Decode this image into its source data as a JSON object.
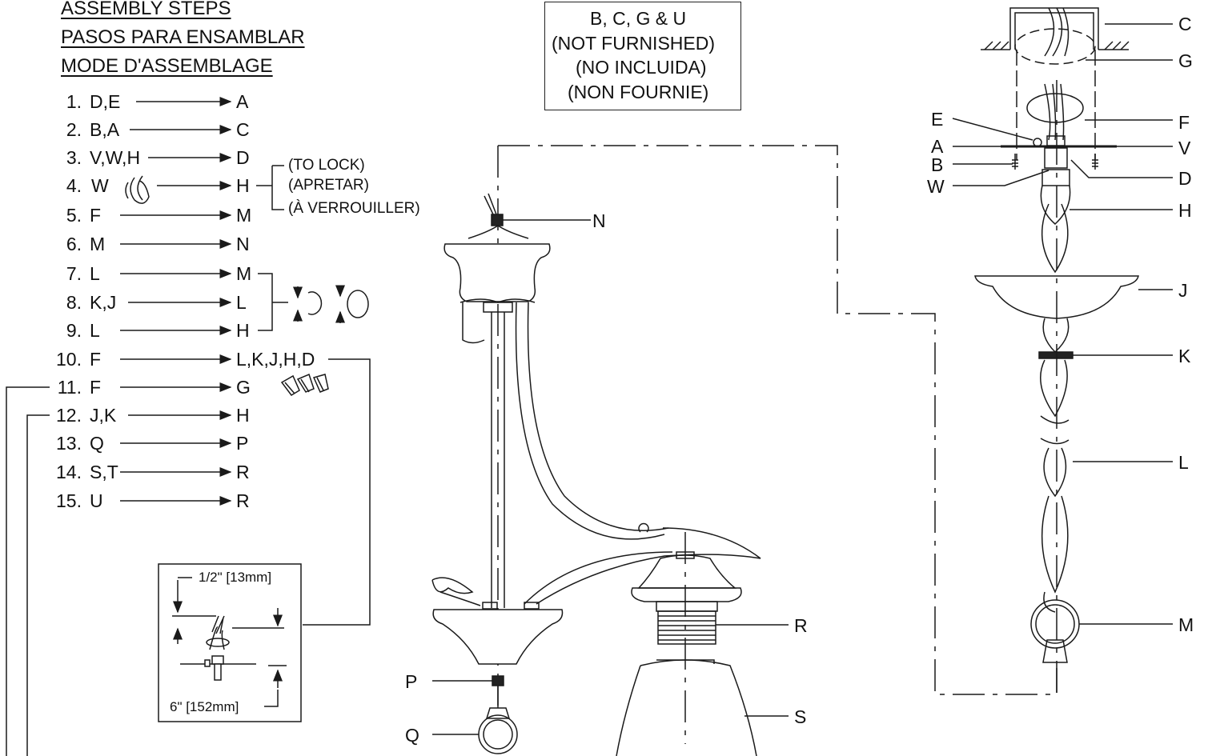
{
  "headings": [
    "ASSEMBLY STEPS",
    "PASOS PARA ENSAMBLAR",
    "MODE D'ASSEMBLAGE"
  ],
  "steps": [
    {
      "n": "1.",
      "from": "D,E",
      "to": "A"
    },
    {
      "n": "2.",
      "from": "B,A",
      "to": "C"
    },
    {
      "n": "3.",
      "from": "V,W,H",
      "to": "D"
    },
    {
      "n": "4.",
      "from": "W",
      "to": "H"
    },
    {
      "n": "5.",
      "from": "F",
      "to": "M"
    },
    {
      "n": "6.",
      "from": "M",
      "to": "N"
    },
    {
      "n": "7.",
      "from": "L",
      "to": "M"
    },
    {
      "n": "8.",
      "from": "K,J",
      "to": "L"
    },
    {
      "n": "9.",
      "from": "L",
      "to": "H"
    },
    {
      "n": "10.",
      "from": "F",
      "to": "L,K,J,H,D"
    },
    {
      "n": "11.",
      "from": "F",
      "to": "G"
    },
    {
      "n": "12.",
      "from": "J,K",
      "to": "H"
    },
    {
      "n": "13.",
      "from": "Q",
      "to": "P"
    },
    {
      "n": "14.",
      "from": "S,T",
      "to": "R"
    },
    {
      "n": "15.",
      "from": "U",
      "to": "R"
    }
  ],
  "lock_note": [
    "(TO LOCK)",
    "(APRETAR)",
    "(À VERROUILLER)"
  ],
  "not_furnished": [
    "B, C, G & U",
    "(NOT FURNISHED)",
    "(NO INCLUIDA)",
    "(NON FOURNIE)"
  ],
  "wire_detail": {
    "top": "1/2\" [13mm]",
    "bottom": "6\" [152mm]"
  },
  "parts_right": {
    "left_side": [
      "E",
      "A",
      "B",
      "W"
    ],
    "right_side": [
      "C",
      "G",
      "F",
      "V",
      "D",
      "H",
      "J",
      "K",
      "L",
      "M"
    ]
  },
  "parts_fixture": [
    "N",
    "P",
    "Q",
    "R",
    "S"
  ],
  "colors": {
    "line": "#1a1a1a",
    "background": "#ffffff"
  }
}
